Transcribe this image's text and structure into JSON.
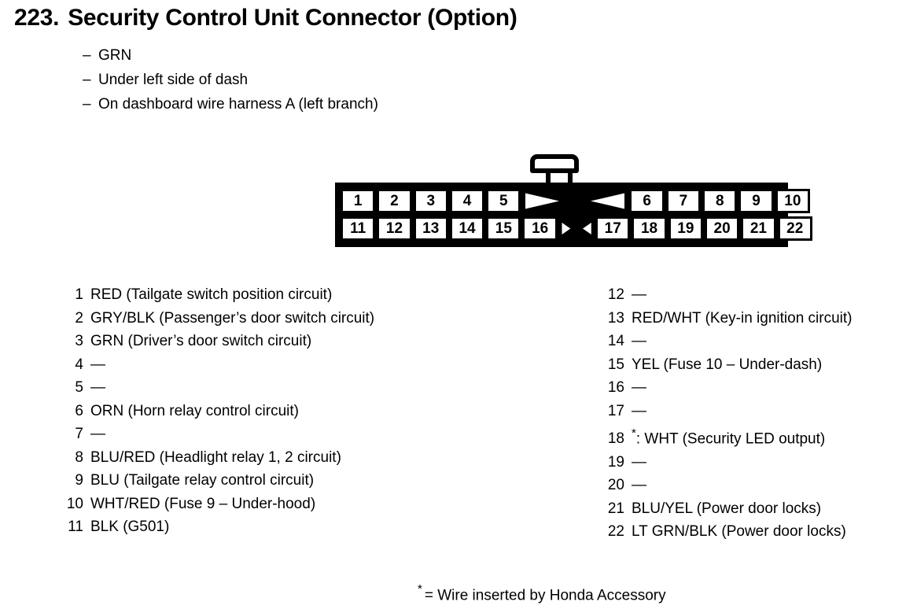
{
  "title": {
    "number": "223.",
    "text": "Security Control Unit Connector (Option)"
  },
  "specs": [
    {
      "dash": "–",
      "text": "GRN"
    },
    {
      "dash": "–",
      "text": "Under left side of dash"
    },
    {
      "dash": "–",
      "text": "On dashboard wire harness A (left branch)"
    }
  ],
  "connector": {
    "latch": "latch-tab",
    "top_row": [
      "1",
      "2",
      "3",
      "4",
      "5",
      "X",
      "6",
      "7",
      "8",
      "9",
      "10"
    ],
    "bottom_row": [
      "11",
      "12",
      "13",
      "14",
      "15",
      "16",
      "X",
      "17",
      "18",
      "19",
      "20",
      "21",
      "22"
    ],
    "blank_marker": "X"
  },
  "pins_left": [
    {
      "no": "1",
      "desc": "RED (Tailgate switch position circuit)"
    },
    {
      "no": "2",
      "desc": "GRY/BLK (Passenger’s door switch circuit)"
    },
    {
      "no": "3",
      "desc": "GRN (Driver’s door switch circuit)"
    },
    {
      "no": "4",
      "desc": "—"
    },
    {
      "no": "5",
      "desc": "—"
    },
    {
      "no": "6",
      "desc": "ORN (Horn relay control circuit)"
    },
    {
      "no": "7",
      "desc": "—"
    },
    {
      "no": "8",
      "desc": "BLU/RED (Headlight relay 1, 2 circuit)"
    },
    {
      "no": "9",
      "desc": "BLU (Tailgate relay control circuit)"
    },
    {
      "no": "10",
      "desc": "WHT/RED (Fuse 9 – Under-hood)"
    },
    {
      "no": "11",
      "desc": "BLK (G501)"
    }
  ],
  "pins_right": [
    {
      "no": "12",
      "desc": "—"
    },
    {
      "no": "13",
      "desc": "RED/WHT (Key-in ignition circuit)"
    },
    {
      "no": "14",
      "desc": "—"
    },
    {
      "no": "15",
      "desc": "YEL (Fuse 10 – Under-dash)"
    },
    {
      "no": "16",
      "desc": "—"
    },
    {
      "no": "17",
      "desc": "—"
    },
    {
      "no": "18",
      "star": "*",
      "desc": ": WHT (Security LED output)"
    },
    {
      "no": "19",
      "desc": "—"
    },
    {
      "no": "20",
      "desc": "—"
    },
    {
      "no": "21",
      "desc": "BLU/YEL (Power door locks)"
    },
    {
      "no": "22",
      "desc": "LT GRN/BLK (Power door locks)"
    }
  ],
  "footnote": {
    "star": "*",
    "text": "= Wire inserted by Honda Accessory"
  },
  "colors": {
    "ink": "#000000",
    "paper": "#ffffff"
  }
}
